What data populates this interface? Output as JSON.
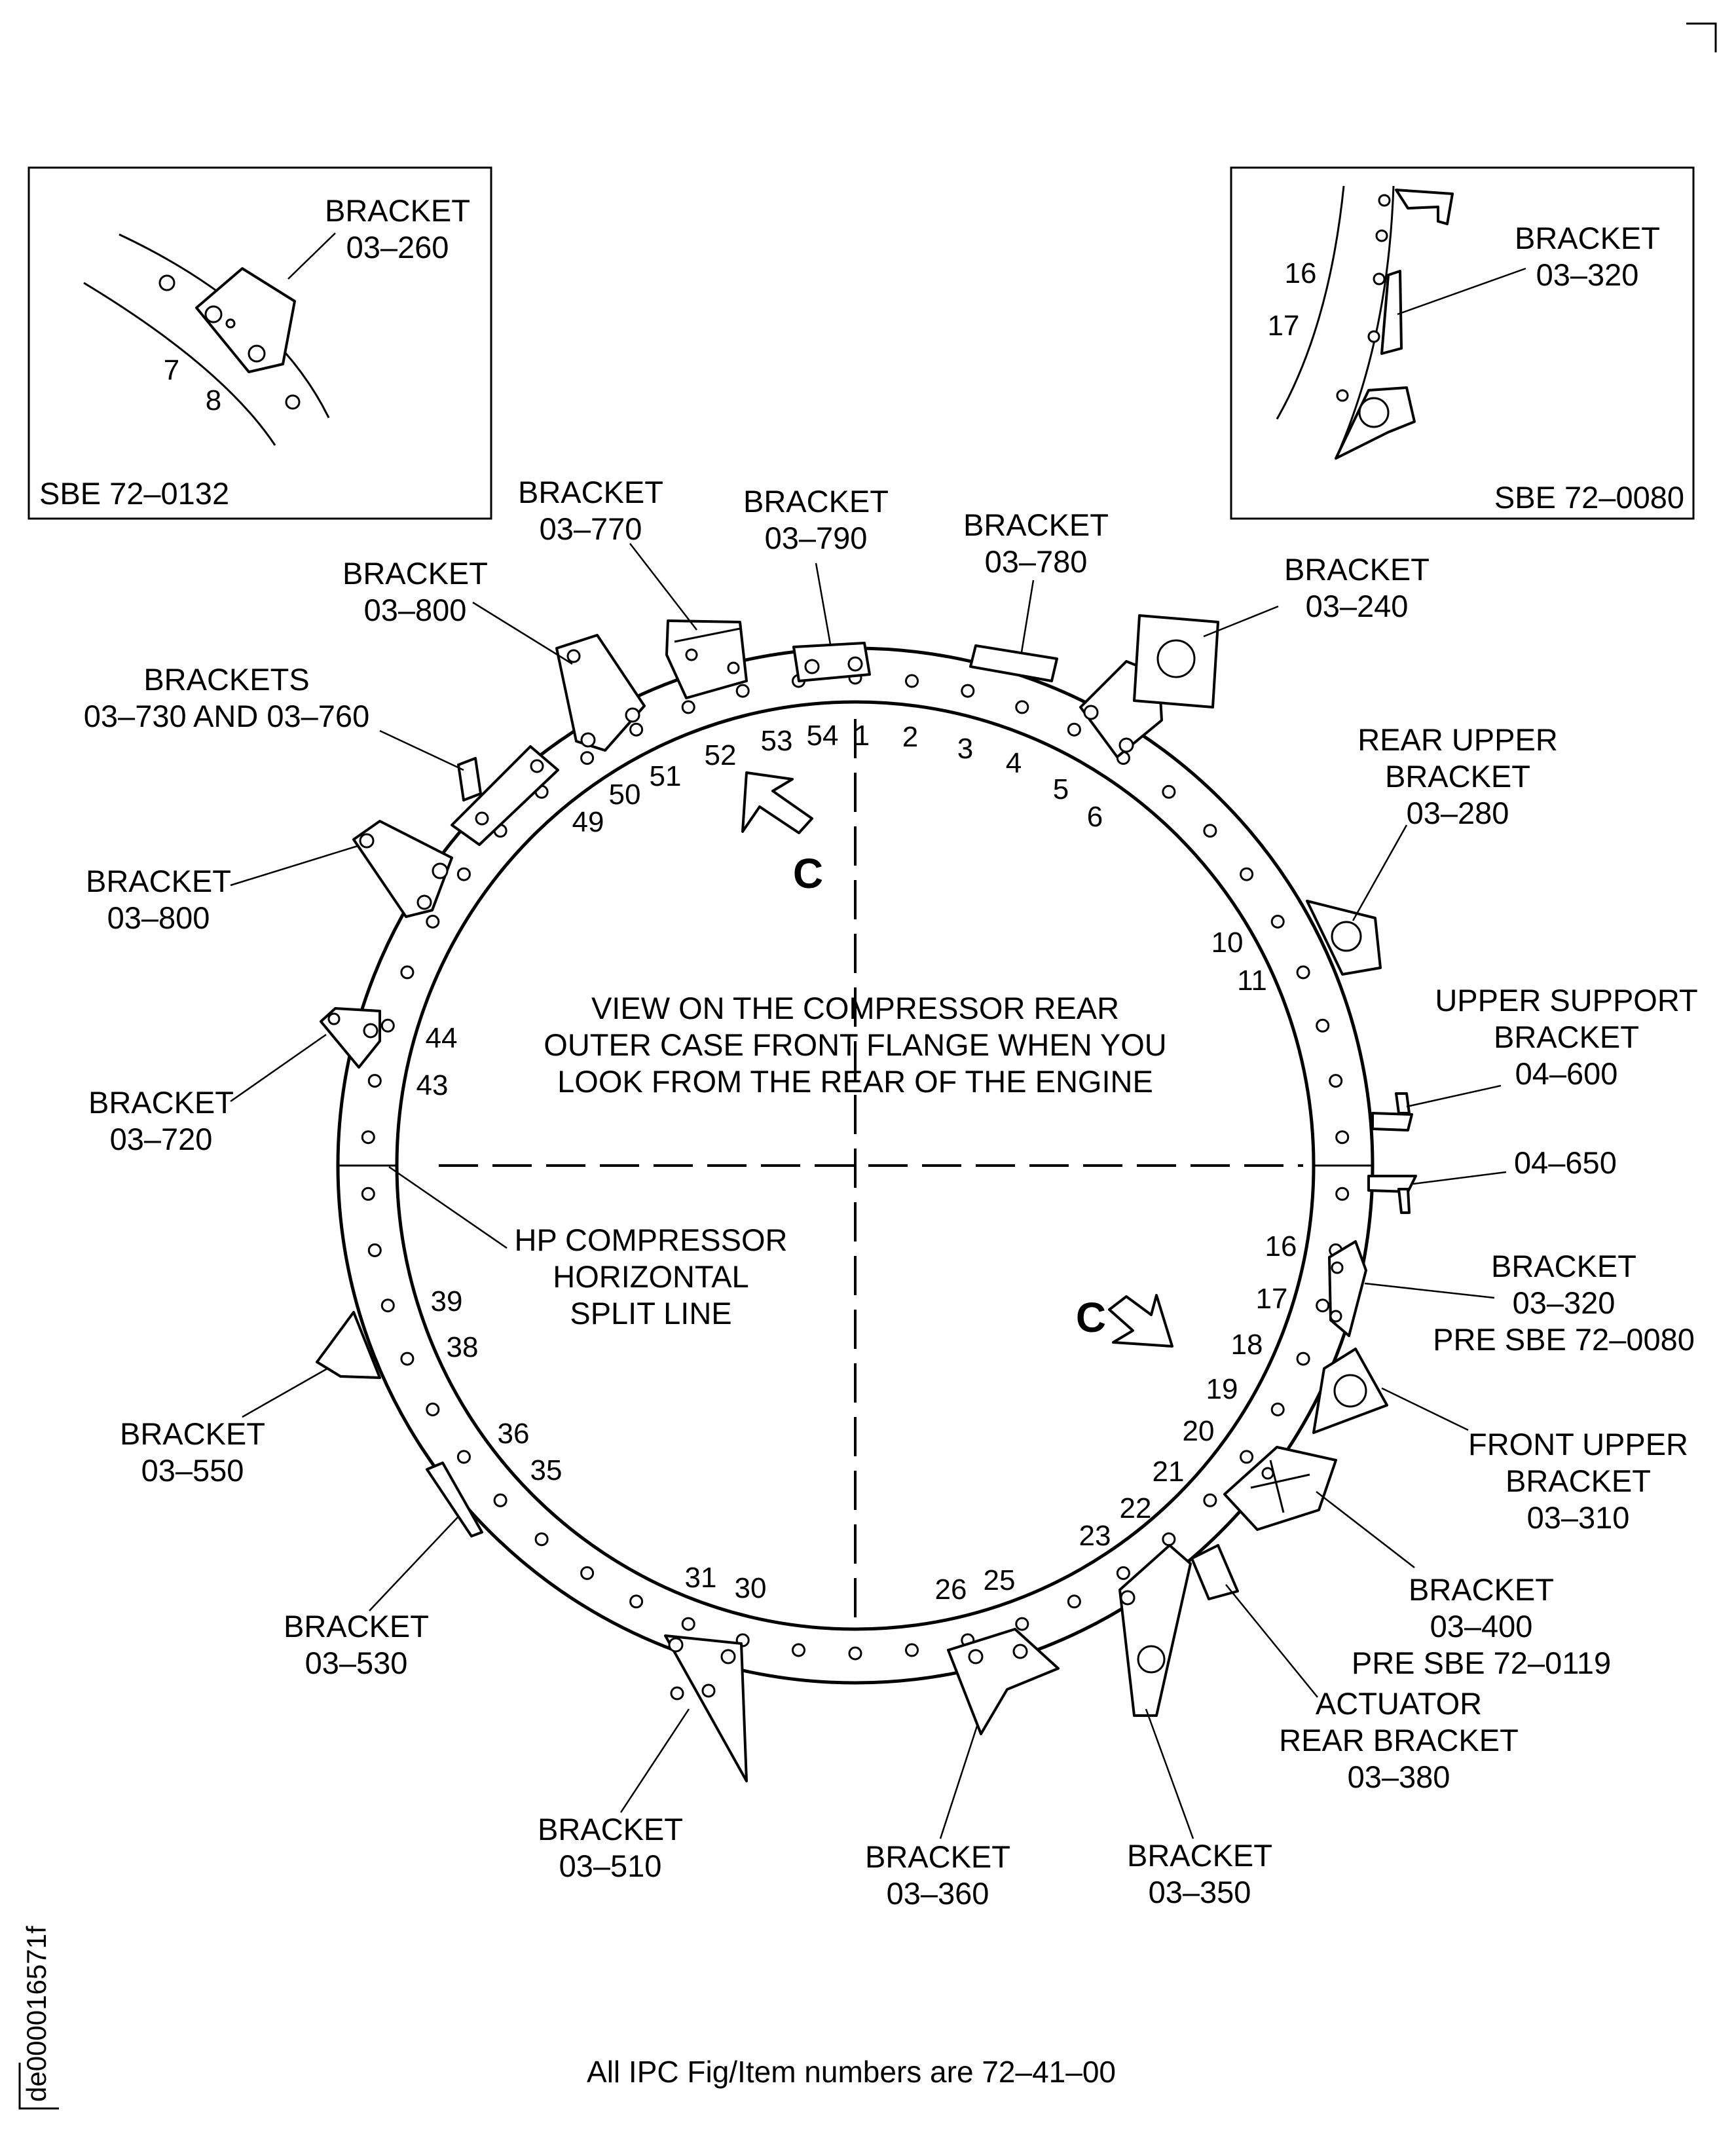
{
  "inset_left": {
    "bracket_label": "BRACKET",
    "bracket_part": "03–260",
    "hole_num_a": "7",
    "hole_num_b": "8",
    "sbe": "SBE 72–0132"
  },
  "inset_right": {
    "bracket_label": "BRACKET",
    "bracket_part": "03–320",
    "hole_num_a": "16",
    "hole_num_b": "17",
    "sbe": "SBE 72–0080"
  },
  "callouts": {
    "b770": [
      "BRACKET",
      "03–770"
    ],
    "b790": [
      "BRACKET",
      "03–790"
    ],
    "b780": [
      "BRACKET",
      "03–780"
    ],
    "b240": [
      "BRACKET",
      "03–240"
    ],
    "b800_top": [
      "BRACKET",
      "03–800"
    ],
    "b730": [
      "BRACKETS",
      "03–730 AND 03–760"
    ],
    "b800_left": [
      "BRACKET",
      "03–800"
    ],
    "b720": [
      "BRACKET",
      "03–720"
    ],
    "b280": [
      "REAR UPPER",
      "BRACKET",
      "03–280"
    ],
    "b600": [
      "UPPER SUPPORT",
      "BRACKET",
      "04–600"
    ],
    "b650": "04–650",
    "b320": [
      "BRACKET",
      "03–320",
      "PRE SBE 72–0080"
    ],
    "b310": [
      "FRONT UPPER",
      "BRACKET",
      "03–310"
    ],
    "b400": [
      "BRACKET",
      "03–400",
      "PRE SBE 72–0119"
    ],
    "b380": [
      "ACTUATOR",
      "REAR BRACKET",
      "03–380"
    ],
    "b350": [
      "BRACKET",
      "03–350"
    ],
    "b360": [
      "BRACKET",
      "03–360"
    ],
    "b510": [
      "BRACKET",
      "03–510"
    ],
    "b530": [
      "BRACKET",
      "03–530"
    ],
    "b550": [
      "BRACKET",
      "03–550"
    ],
    "split": [
      "HP COMPRESSOR",
      "HORIZONTAL",
      "SPLIT LINE"
    ]
  },
  "view_note": [
    "VIEW ON THE COMPRESSOR REAR",
    "OUTER CASE FRONT FLANGE WHEN YOU",
    "LOOK FROM THE REAR OF THE ENGINE"
  ],
  "view_arrow_letter": "C",
  "hole_numbers": [
    "1",
    "2",
    "3",
    "4",
    "5",
    "6",
    "10",
    "11",
    "16",
    "17",
    "18",
    "19",
    "20",
    "21",
    "22",
    "23",
    "25",
    "26",
    "30",
    "31",
    "35",
    "36",
    "38",
    "39",
    "43",
    "44",
    "49",
    "50",
    "51",
    "52",
    "53",
    "54"
  ],
  "footer": "All IPC Fig/Item numbers are 72–41–00",
  "figure_id": "de000016571f"
}
